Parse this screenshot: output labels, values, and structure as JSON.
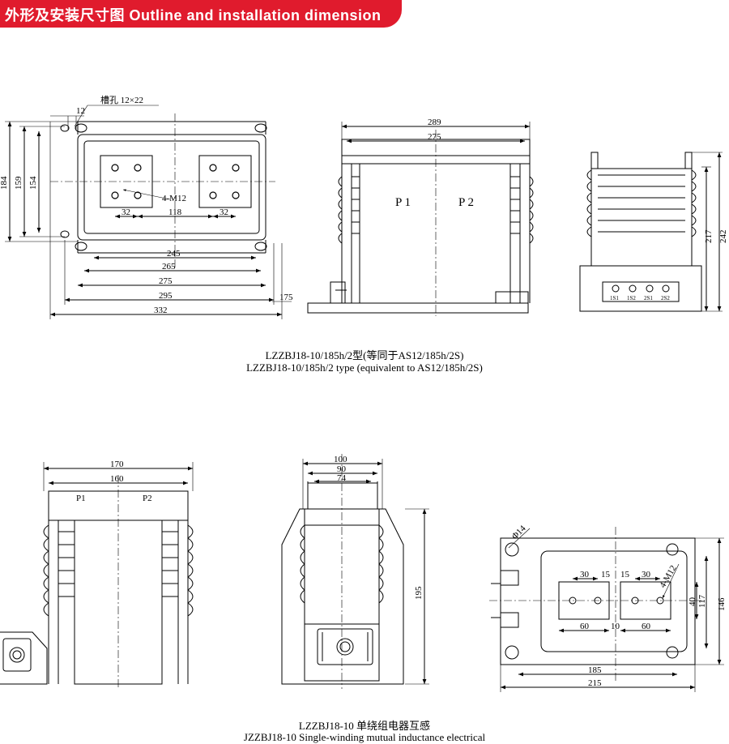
{
  "header": {
    "title": "外形及安装尺寸图 Outline and installation dimension",
    "banner_color": "#e01b2d"
  },
  "top": {
    "caption_cn": "LZZBJ18-10/185h/2型(等同于AS12/185h/2S)",
    "caption_en": "LZZBJ18-10/185h/2 type (equivalent to AS12/185h/2S)",
    "left": {
      "slot_note": "槽孔 12×22",
      "d12": "12",
      "d184": "184",
      "d159": "159",
      "d154": "154",
      "d32a": "32",
      "d118": "118",
      "d32b": "32",
      "bolt_note": "4-M12",
      "d245": "245",
      "d265": "265",
      "d275": "275",
      "d295": "295",
      "d332": "332",
      "d175": "175"
    },
    "middle": {
      "d289": "289",
      "d275": "275",
      "p1": "P 1",
      "p2": "P 2"
    },
    "right": {
      "d217": "217",
      "d242": "242",
      "terminals": [
        "1S1",
        "1S2",
        "2S1",
        "2S2"
      ]
    }
  },
  "bottom": {
    "caption_cn": "LZZBJ18-10 单绕组电器互感",
    "caption_en": "JZZBJ18-10  Single-winding mutual inductance electrical",
    "left": {
      "d170": "170",
      "d160": "160",
      "p1": "P1",
      "p2": "P2"
    },
    "middle": {
      "d100": "100",
      "d90": "90",
      "d74": "74",
      "d195": "195"
    },
    "right": {
      "d14": "Φ14",
      "d30a": "30",
      "d15a": "15",
      "d15b": "15",
      "d30b": "30",
      "bolt_note": "4-M12",
      "d40": "40",
      "d117": "117",
      "d146": "146",
      "d60a": "60",
      "d10": "10",
      "d60b": "60",
      "d185": "185",
      "d215": "215"
    }
  }
}
